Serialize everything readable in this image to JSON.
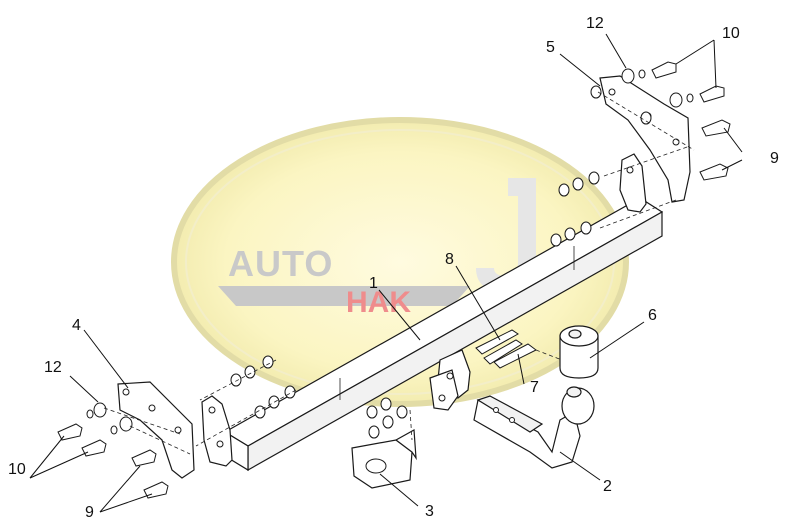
{
  "watermark": {
    "brand_top": "AUTO",
    "brand_bottom": "HAK",
    "colors": {
      "oval_fill": "#fbf6c4",
      "oval_ring": "#e8e2b0",
      "text_grey": "#bdbdbd",
      "red": "#e74a4a"
    }
  },
  "callouts": {
    "c1": "1",
    "c2": "2",
    "c3": "3",
    "c4": "4",
    "c5": "5",
    "c6": "6",
    "c7": "7",
    "c8": "8",
    "c9_right": "9",
    "c9_left": "9",
    "c10_right": "10",
    "c10_left": "10",
    "c12_right": "12",
    "c12_left": "12"
  }
}
